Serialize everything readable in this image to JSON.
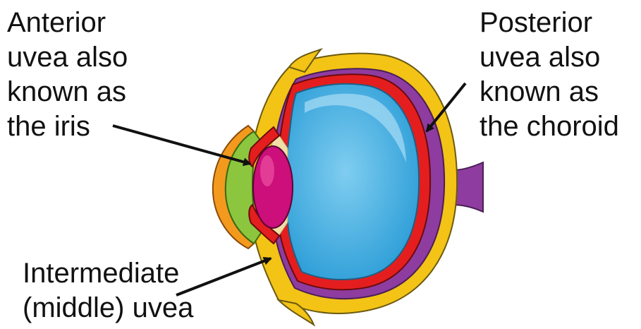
{
  "labels": {
    "anterior": {
      "lines": [
        "Anterior",
        "uvea also",
        "known as",
        "the iris"
      ]
    },
    "posterior": {
      "lines": [
        "Posterior",
        "uvea also",
        "known as",
        "the choroid"
      ]
    },
    "intermediate": {
      "lines": [
        "Intermediate",
        "(middle) uvea"
      ]
    }
  },
  "colors": {
    "sclera": "#f3c316",
    "sclera_outline": "#6b5a10",
    "choroid": "#8e3ca0",
    "retina": "#e41e1e",
    "vitreous": "#4ab3e6",
    "vitreous_highlight": "#a9ddf5",
    "lens": "#cc0f7a",
    "lens_highlight": "#f25aa8",
    "anterior_chamber": "#8cc63f",
    "cornea": "#f39a1e",
    "zonules": "#f2dfa6",
    "arrow": "#111111"
  },
  "icons": {
    "eye": "eye-cross-section-icon",
    "arrows": "pointer-arrow-icon"
  }
}
